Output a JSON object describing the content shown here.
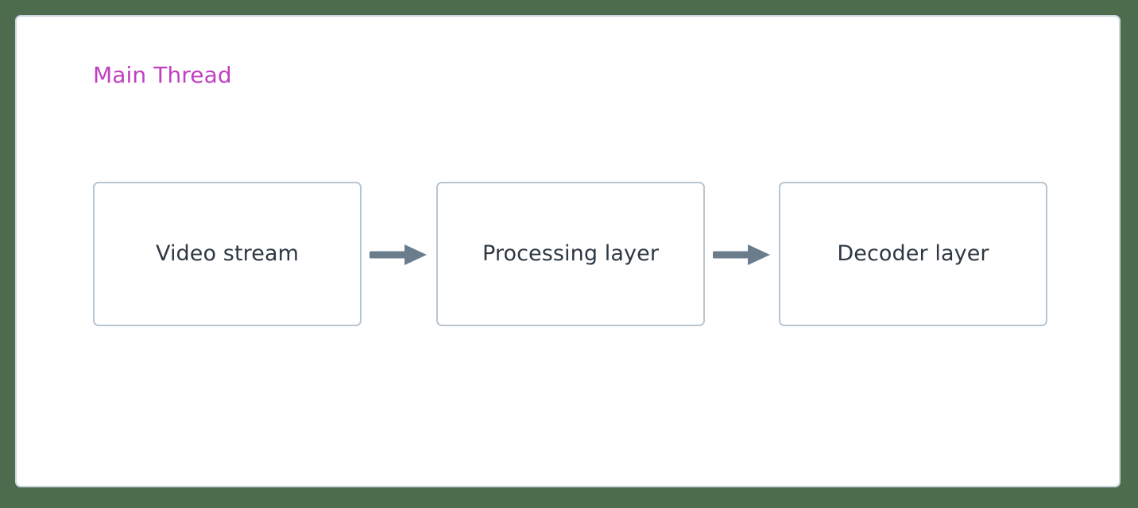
{
  "page": {
    "background_color": "#4d6b4d",
    "container_background": "#ffffff",
    "container_border_color": "#ccd6e0"
  },
  "diagram": {
    "type": "flowchart",
    "direction": "left-to-right",
    "cluster": {
      "title": "Main Thread",
      "title_color": "#c13fc1"
    },
    "node_style": {
      "border_color": "#b8c6d2",
      "fill_color": "#ffffff",
      "text_color": "#2d3843"
    },
    "edge_style": {
      "color": "#6b7c8c",
      "arrowhead": "solid-triangle"
    },
    "nodes": [
      {
        "id": "video-stream",
        "label": "Video stream"
      },
      {
        "id": "processing-layer",
        "label": "Processing layer"
      },
      {
        "id": "decoder-layer",
        "label": "Decoder layer"
      }
    ],
    "edges": [
      {
        "id": "video-to-processing",
        "from": "video-stream",
        "to": "processing-layer",
        "label": ""
      },
      {
        "id": "processing-to-decoder",
        "from": "processing-layer",
        "to": "decoder-layer",
        "label": ""
      }
    ]
  }
}
